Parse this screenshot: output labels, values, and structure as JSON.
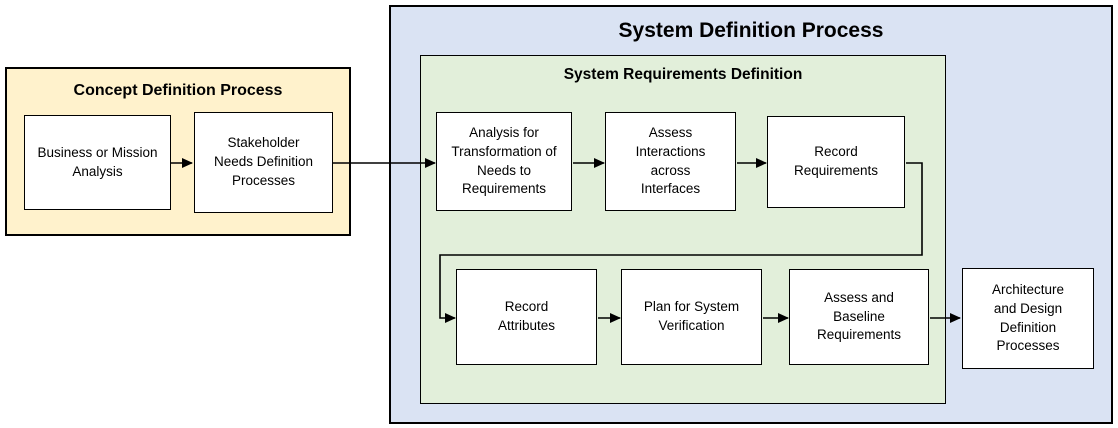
{
  "colors": {
    "concept_bg": "#FFF2CC",
    "system_bg": "#DAE3F3",
    "requirements_bg": "#E2EFDA",
    "node_bg": "#FFFFFF",
    "line": "#000000"
  },
  "concept_process": {
    "title": "Concept Definition Process",
    "nodes": [
      {
        "label": "Business or Mission Analysis"
      },
      {
        "label": "Stakeholder Needs Definition Processes"
      }
    ]
  },
  "system_process": {
    "title": "System Definition Process",
    "requirements": {
      "title": "System Requirements Definition",
      "row1": [
        {
          "label": "Analysis for Transformation of Needs to Requirements"
        },
        {
          "label": "Assess Interactions across Interfaces"
        },
        {
          "label": "Record Requirements"
        }
      ],
      "row2": [
        {
          "label": "Record Attributes"
        },
        {
          "label": "Plan for System Verification"
        },
        {
          "label": "Assess and Baseline Requirements"
        }
      ]
    },
    "output": {
      "label": "Architecture and Design Definition Processes"
    }
  }
}
